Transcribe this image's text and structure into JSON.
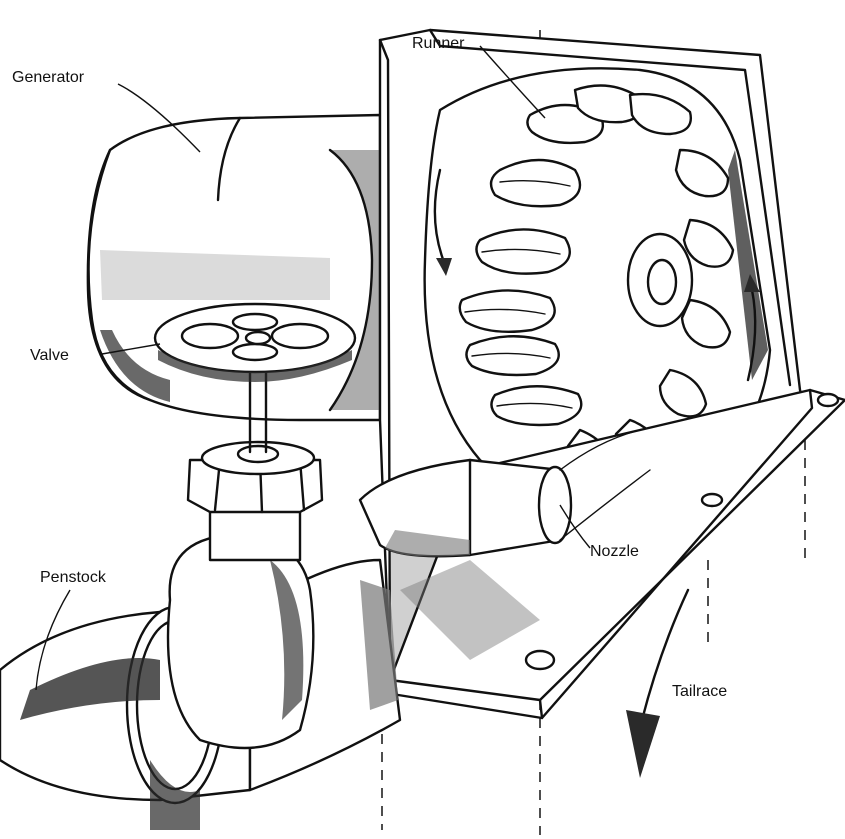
{
  "labels": {
    "generator": "Generator",
    "runner": "Runner",
    "valve": "Valve",
    "penstock": "Penstock",
    "nozzle": "Nozzle",
    "tailrace": "Tailrace"
  },
  "colors": {
    "ink": "#111111",
    "paper": "#ffffff",
    "shade": "#2a2a2a"
  }
}
